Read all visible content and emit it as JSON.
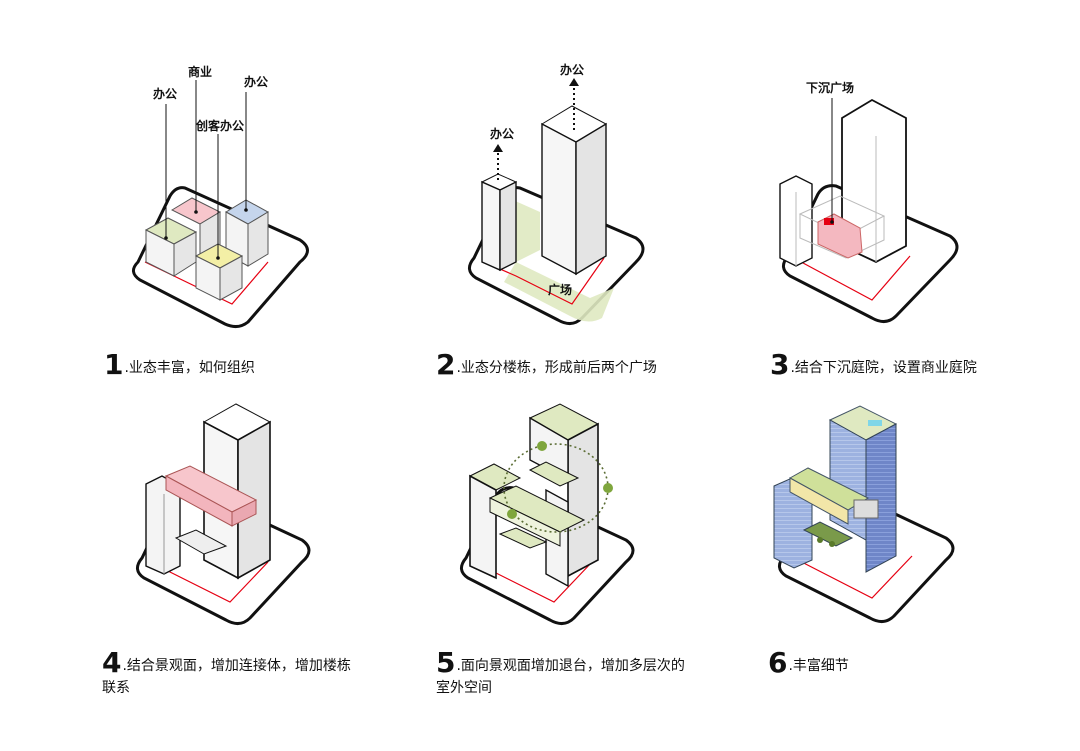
{
  "colors": {
    "stroke": "#111111",
    "red_line": "#e60012",
    "pink": "#f7c6cc",
    "blue": "#c5d5ec",
    "yellow": "#f3efa6",
    "green": "#dfe9c1",
    "mass": "#fafafa"
  },
  "steps": [
    {
      "num": "1",
      "text": ".业态丰富，如何组织",
      "text2": "",
      "labels": {
        "office_left": "办公",
        "commerce": "商业",
        "office_right": "办公",
        "startup_office": "创客办公"
      }
    },
    {
      "num": "2",
      "text": ".业态分楼栋，形成前后两个广场",
      "text2": "",
      "labels": {
        "office_top": "办公",
        "office_left": "办公",
        "plaza": "广场"
      }
    },
    {
      "num": "3",
      "text": ".结合下沉庭院，设置商业庭院",
      "text2": "",
      "labels": {
        "sunken_plaza": "下沉广场"
      }
    },
    {
      "num": "4",
      "text": ".结合景观面，增加连接体，增加楼栋",
      "text2": "联系",
      "labels": {}
    },
    {
      "num": "5",
      "text": ".面向景观面增加退台，增加多层次的",
      "text2": "室外空间",
      "labels": {}
    },
    {
      "num": "6",
      "text": ".丰富细节",
      "text2": "",
      "labels": {}
    }
  ]
}
